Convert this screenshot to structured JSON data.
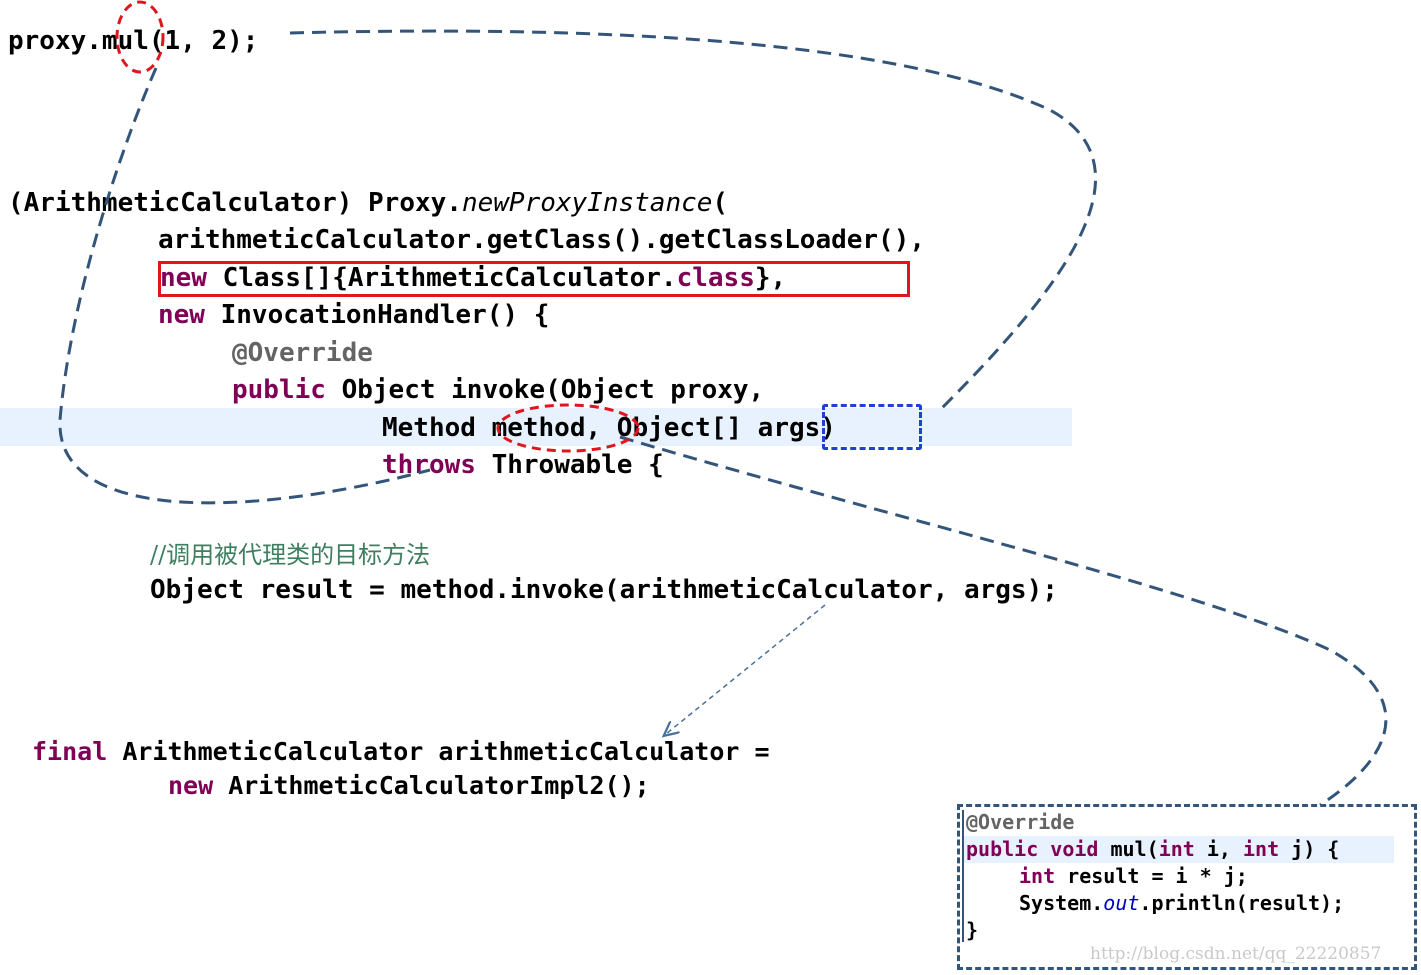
{
  "call": {
    "prefix": "proxy.",
    "method": "mul",
    "args": "(1, 2);"
  },
  "proxy": {
    "l1_cast": "(ArithmeticCalculator) Proxy.",
    "l1_method": "newProxyInstance",
    "l1_paren": "(",
    "l2": "arithmeticCalculator.getClass().getClassLoader(),",
    "l3_new": "new",
    "l3_mid": " Class[]{ArithmeticCalculator.",
    "l3_class": "class",
    "l3_end": "},",
    "l4_new": "new",
    "l4_rest": " InvocationHandler() {",
    "l5": "@Override",
    "l6_public": "public",
    "l6_rest": " Object invoke(Object proxy,",
    "l7": "Method method, Object[] args)",
    "l8_throws": "throws",
    "l8_rest": " Throwable {"
  },
  "body": {
    "comment": "//调用被代理类的目标方法",
    "invoke_line": "Object result = method.invoke(arithmeticCalculator, args);"
  },
  "target": {
    "final": "final",
    "decl": " ArithmeticCalculator arithmeticCalculator =",
    "new": "new",
    "impl": " ArithmeticCalculatorImpl2();"
  },
  "impl": {
    "override": "@Override",
    "public": "public",
    "void": " void",
    "sig_mid": " mul(",
    "int1": "int",
    "sig_i": " i, ",
    "int2": "int",
    "sig_end": " j) {",
    "int3": "int",
    "body1_rest": " result = i * j;",
    "sys": "System.",
    "out": "out",
    "println": ".println(result);",
    "close": "}"
  },
  "watermark": "http://blog.csdn.net/qq_22220857",
  "colors": {
    "keyword": "#7f0055",
    "annotation": "#646464",
    "comment": "#3f7f5f",
    "field": "#0000c0",
    "red_highlight": "#e0161e",
    "blue_highlight": "#1f3fd8",
    "dashed_flow": "#34557a",
    "line_highlight": "#e8f2fe"
  }
}
